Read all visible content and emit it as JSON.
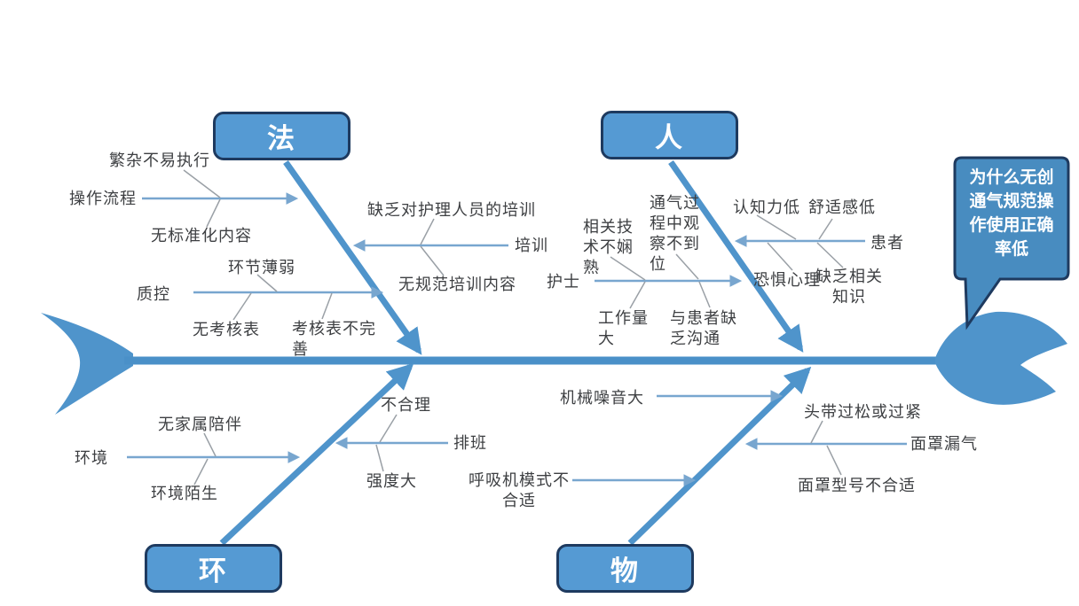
{
  "problem": {
    "text": "为什么无创\n通气规范操\n作使用正确\n率低"
  },
  "categories": {
    "method": "法",
    "people": "人",
    "environment": "环",
    "material": "物"
  },
  "labels": {
    "complex_hard_to_execute": "繁杂不易执行",
    "operation_process": "操作流程",
    "no_standardized_content": "无标准化内容",
    "weak_link": "环节薄弱",
    "quality_control": "质控",
    "no_assessment_form": "无考核表",
    "assessment_form_incomplete": "考核表不完\n善",
    "lack_training_for_nurses": "缺乏对护理人员的培训",
    "training": "培训",
    "no_standard_training_content": "无规范培训内容",
    "nurse": "护士",
    "skill_not_proficient": "相关技\n术不娴\n熟",
    "observation_not_in_place": "通气过\n程中观\n察不到\n位",
    "heavy_workload": "工作量\n大",
    "lack_communication_with_patient": "与患者缺\n乏沟通",
    "low_cognition": "认知力低",
    "low_comfort": "舒适感低",
    "patient": "患者",
    "fear_psychology": "恐惧心理",
    "lack_related_knowledge": "缺乏相关\n知识",
    "environment": "环境",
    "no_family_accompany": "无家属陪伴",
    "unfamiliar_environment": "环境陌生",
    "unreasonable": "不合理",
    "scheduling": "排班",
    "high_intensity": "强度大",
    "machine_noise": "机械噪音大",
    "ventilator_mode_unsuitable": "呼吸机模式不\n合适",
    "headband_loose_or_tight": "头带过松或过紧",
    "mask_leak": "面罩漏气",
    "mask_size_unsuitable": "面罩型号不合适"
  },
  "colors": {
    "bone_blue": "#4f94cb",
    "thin_line_blue": "#78a6cf",
    "box_fill": "#559ad3",
    "bubble_fill": "#488cc0",
    "border_navy": "#1e3a5f",
    "connector_gray": "#9aa0a6",
    "text_dark": "#3d3f42"
  }
}
